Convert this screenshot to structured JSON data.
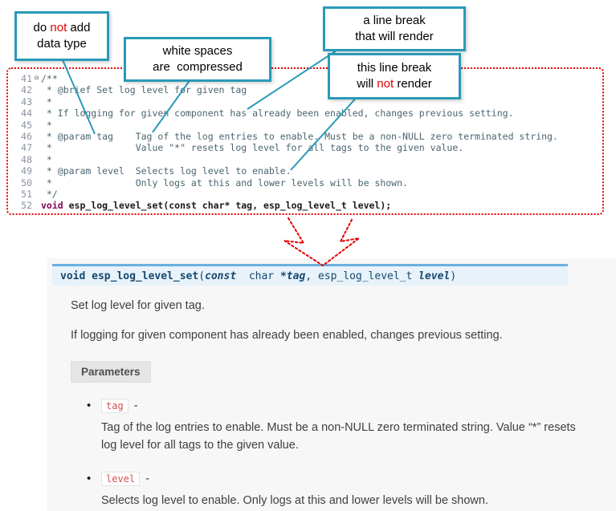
{
  "callouts": {
    "no_datatype": {
      "line1_pre": "do ",
      "line1_em": "not",
      "line1_post": " add",
      "line2": "data type"
    },
    "whitespace": {
      "line1": "white spaces",
      "line2": "are  compressed"
    },
    "break_render": {
      "line1": "a line break",
      "line2": "that will render"
    },
    "break_norender": {
      "line1": "this line break",
      "line2_pre": "will ",
      "line2_em": "not",
      "line2_post": " render"
    }
  },
  "editor": {
    "lines": [
      {
        "num": "41",
        "fold": "⊖",
        "text": "/**"
      },
      {
        "num": "42",
        "text": " * @brief Set log level for given tag"
      },
      {
        "num": "43",
        "text": " *"
      },
      {
        "num": "44",
        "text": " * If logging for given component has already been enabled, changes previous setting."
      },
      {
        "num": "45",
        "text": " *"
      },
      {
        "num": "46",
        "text": " * @param tag    Tag of the log entries to enable. Must be a non-NULL zero terminated string."
      },
      {
        "num": "47",
        "text": " *               Value \"*\" resets log level for all tags to the given value."
      },
      {
        "num": "48",
        "text": " *"
      },
      {
        "num": "49",
        "text": " * @param level  Selects log level to enable."
      },
      {
        "num": "50",
        "text": " *               Only logs at this and lower levels will be shown."
      },
      {
        "num": "51",
        "text": " */"
      }
    ],
    "code_line": {
      "num": "52",
      "kw": "void",
      "rest": " esp_log_level_set(const char* tag, esp_log_level_t level);"
    }
  },
  "doc": {
    "signature": {
      "kw": "void ",
      "name": "esp_log_level_set",
      "open": "(",
      "p1_kw": "const",
      "p1_type": "  char ",
      "p1_name": "*tag",
      "sep": ", ",
      "p2_type": "esp_log_level_t ",
      "p2_name": "level",
      "close": ")"
    },
    "brief": "Set log level for given tag.",
    "description": "If logging for given component has already been enabled, changes previous setting.",
    "parameters_label": "Parameters",
    "params": [
      {
        "name": "tag",
        "dash": "-",
        "desc": "Tag of the log entries to enable. Must be a non-NULL zero terminated string. Value “*” resets log level for all tags to the given value."
      },
      {
        "name": "level",
        "dash": "-",
        "desc": "Selects log level to enable. Only logs at this and lower levels will be shown."
      }
    ]
  }
}
